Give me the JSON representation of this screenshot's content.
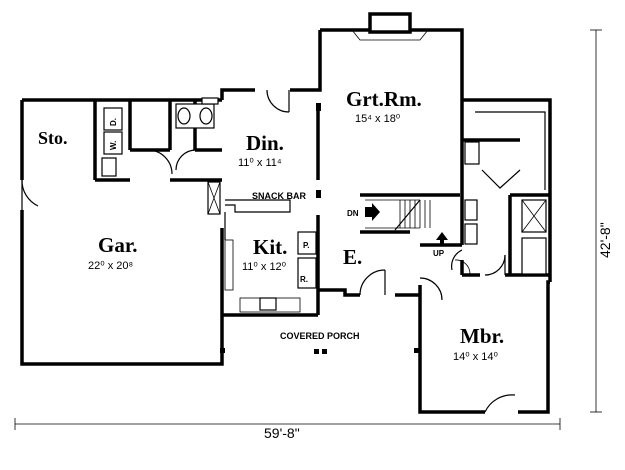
{
  "rooms": {
    "storage": {
      "name": "Sto."
    },
    "garage": {
      "name": "Gar.",
      "size": "22⁰ x 20⁸"
    },
    "dining": {
      "name": "Din.",
      "size": "11⁰ x 11⁴"
    },
    "kitchen": {
      "name": "Kit.",
      "size": "11⁰ x 12⁰"
    },
    "great_room": {
      "name": "Grt.Rm.",
      "size": "15⁴ x 18⁰"
    },
    "entry": {
      "name": "E."
    },
    "master_bedroom": {
      "name": "Mbr.",
      "size": "14⁰ x 14⁰"
    }
  },
  "labels": {
    "snack_bar": "SNACK BAR",
    "covered_porch": "COVERED PORCH",
    "stair_down": "DN",
    "stair_up": "UP",
    "pantry": "P.",
    "refrigerator": "R.",
    "washer": "W.",
    "dryer": "D."
  },
  "dimensions": {
    "overall_width": "59'-8\"",
    "overall_depth": "42'-8\""
  }
}
